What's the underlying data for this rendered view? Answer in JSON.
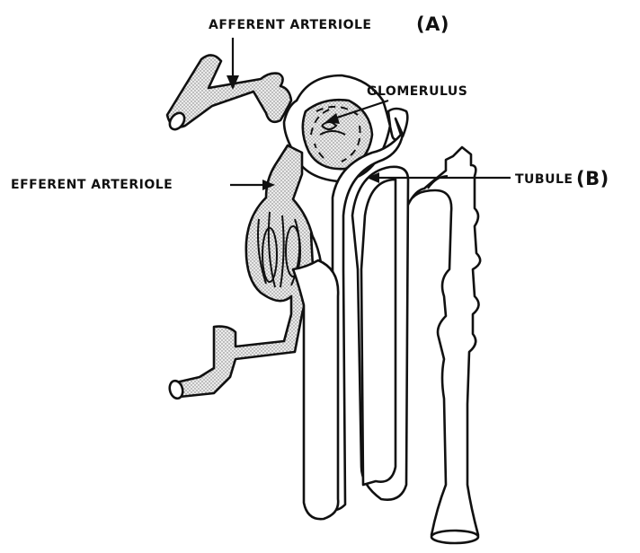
{
  "labels": {
    "afferent": "AFFERENT ARTERIOLE",
    "afferent_tag": "(A)",
    "glomerulus": "GLOMERULUS",
    "efferent": "EFFERENT ARTERIOLE",
    "tubule": "TUBULE",
    "tubule_tag": "(B)"
  }
}
